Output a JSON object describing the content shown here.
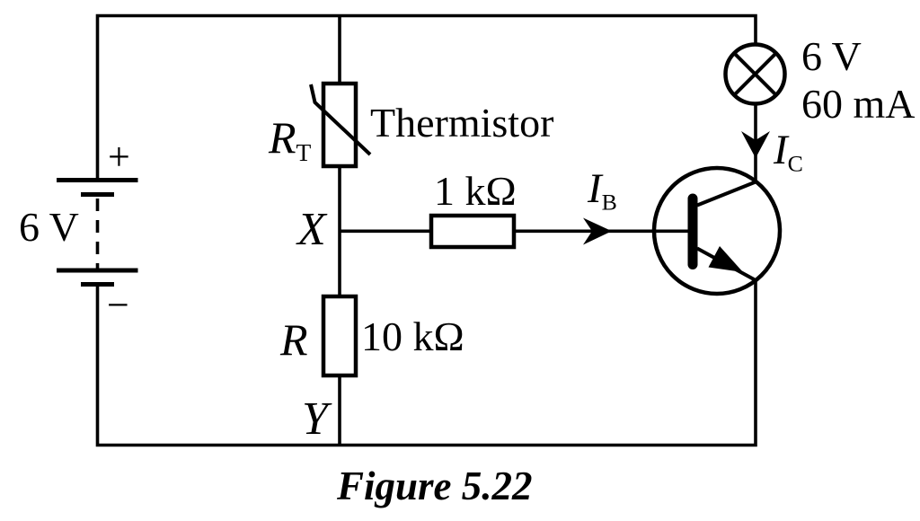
{
  "figure": {
    "caption": "Figure 5.22"
  },
  "colors": {
    "ink": "#000000",
    "background": "#ffffff"
  },
  "battery": {
    "voltage": "6 V",
    "plus": "+",
    "minus": "−"
  },
  "thermistor": {
    "ref_main": "R",
    "ref_sub": "T",
    "name": "Thermistor"
  },
  "base_resistor": {
    "value": "1 kΩ"
  },
  "divider_resistor": {
    "ref": "R",
    "value": "10 kΩ"
  },
  "nodes": {
    "x": "X",
    "y": "Y"
  },
  "currents": {
    "base_main": "I",
    "base_sub": "B",
    "collector_main": "I",
    "collector_sub": "C"
  },
  "lamp": {
    "voltage": "6 V",
    "current": "60 mA"
  }
}
